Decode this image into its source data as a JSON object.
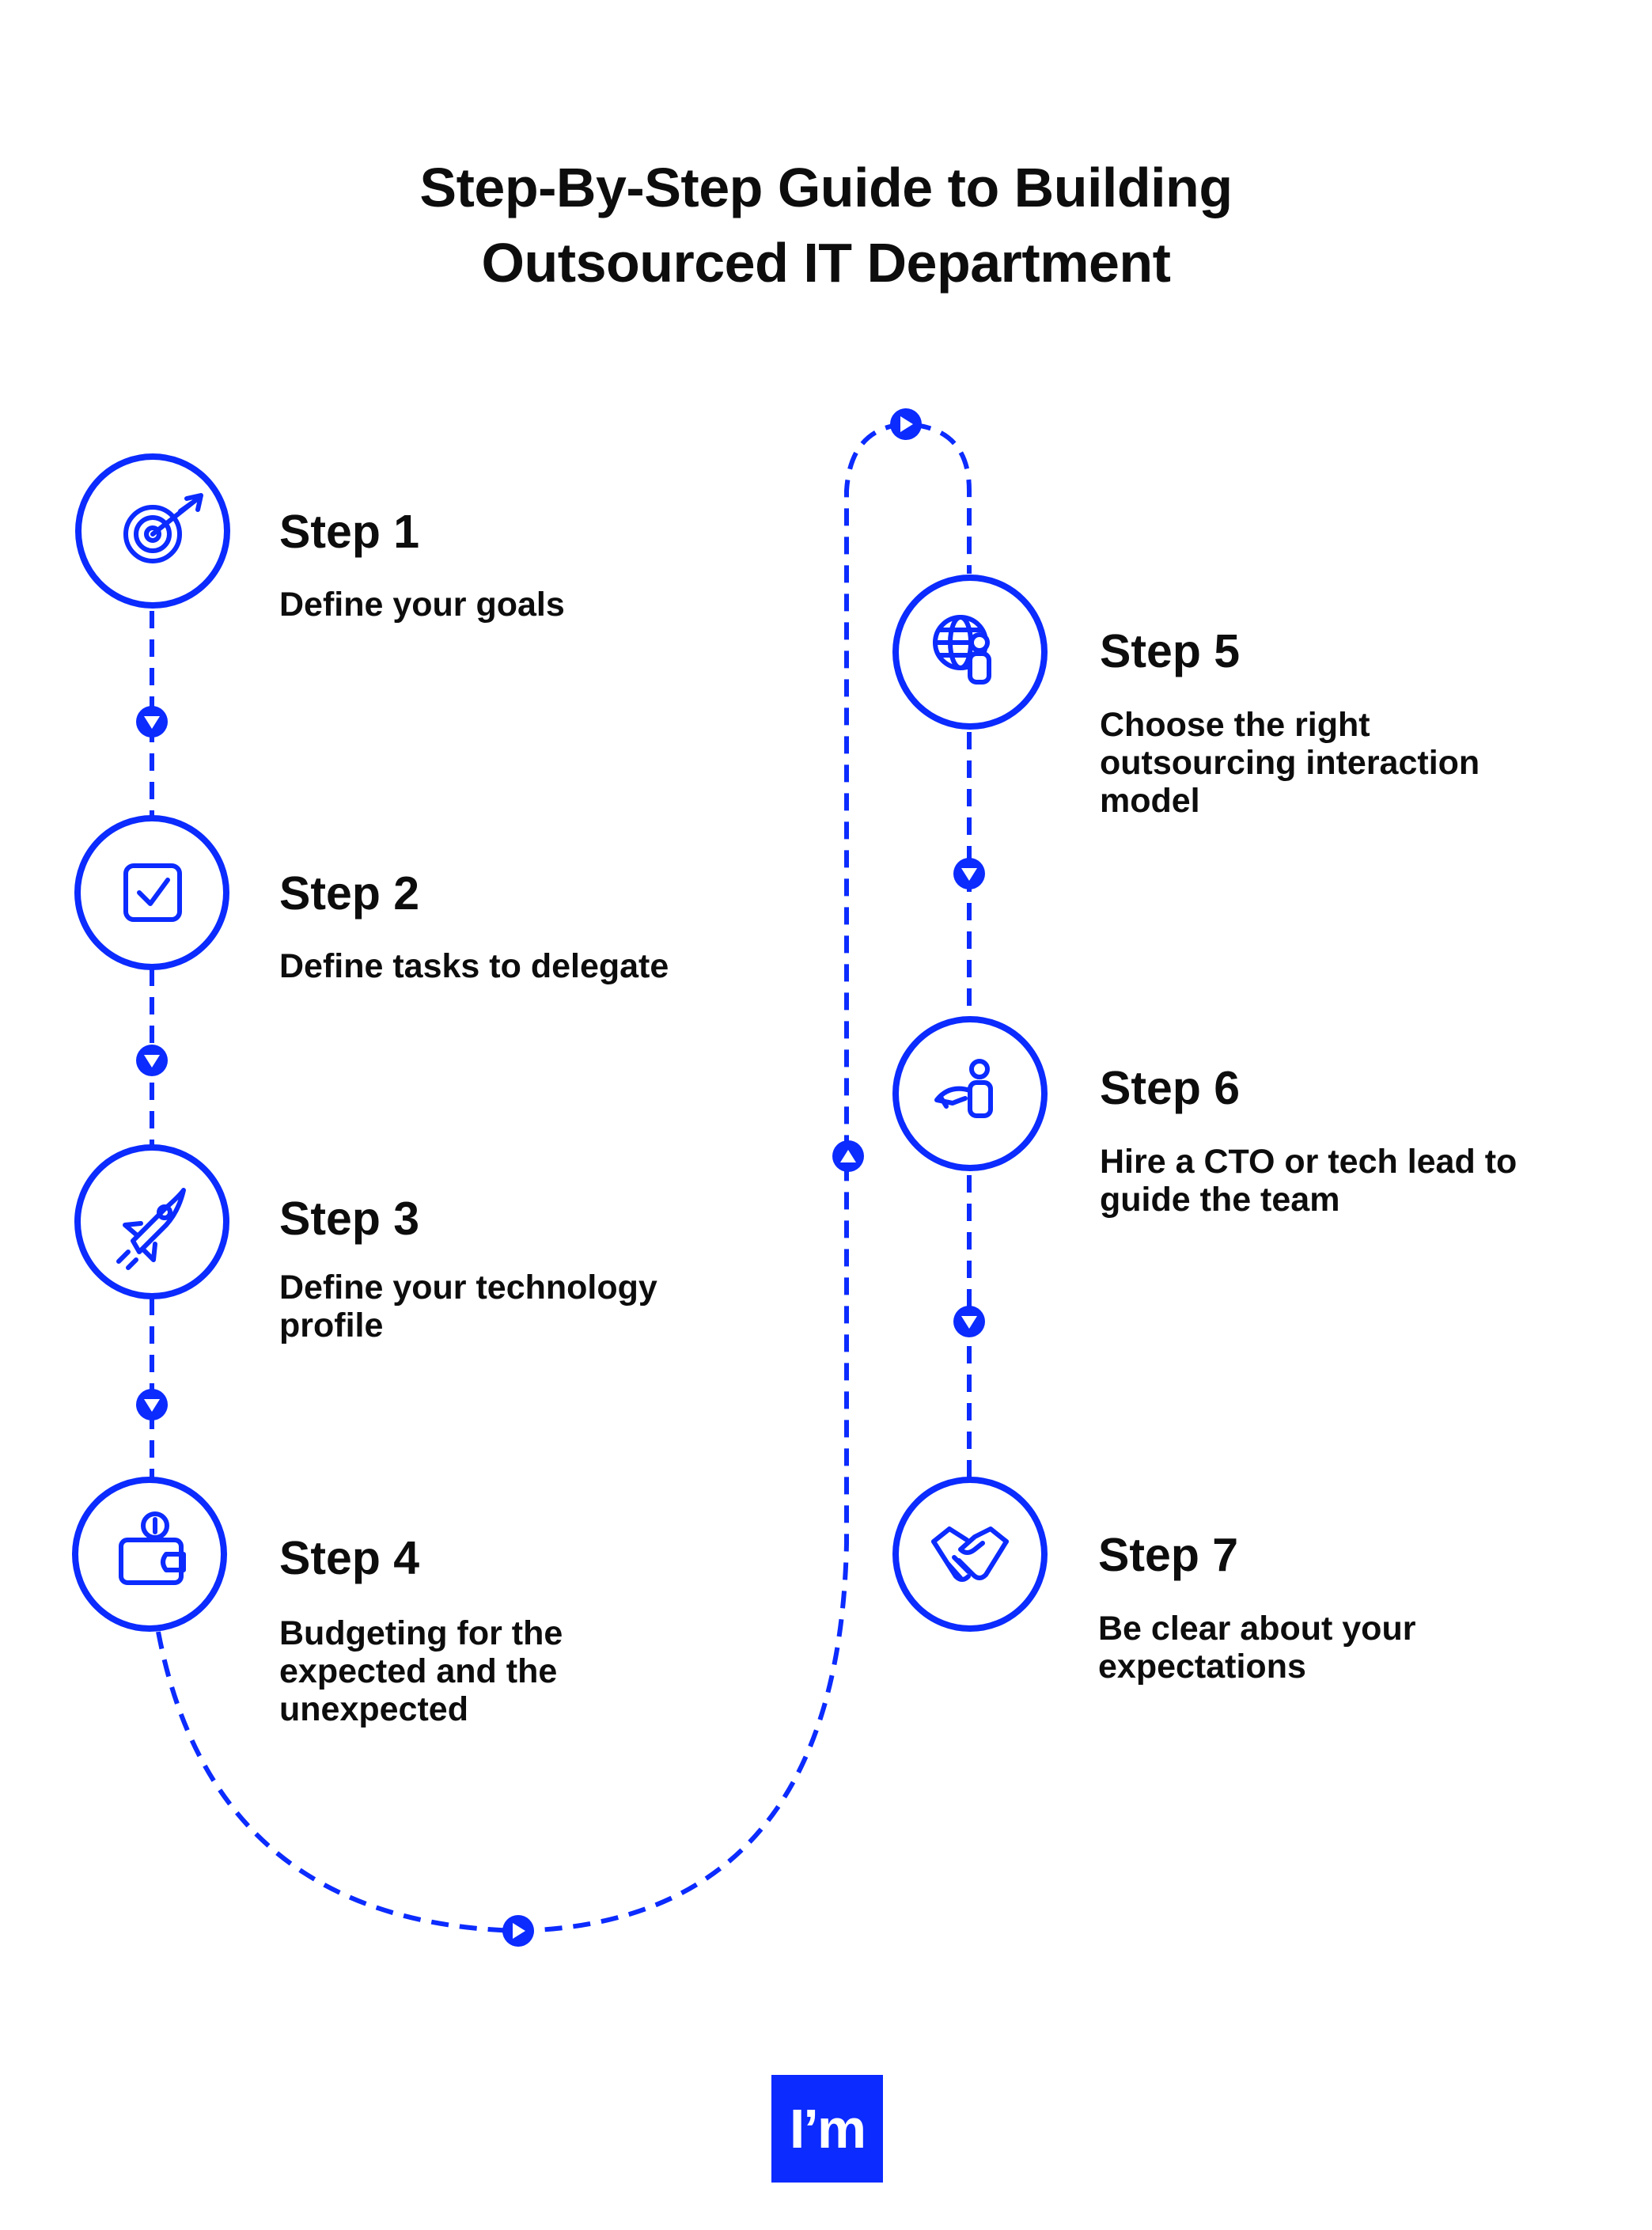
{
  "title": {
    "line1": "Step-By-Step Guide to Building",
    "line2": "Outsourced IT Department"
  },
  "colors": {
    "accent": "#0b2bff",
    "text": "#0d0d0d",
    "background": "#ffffff"
  },
  "steps": [
    {
      "heading": "Step 1",
      "text": "Define your goals",
      "icon": "target-arrow-icon"
    },
    {
      "heading": "Step 2",
      "text": "Define tasks to delegate",
      "icon": "checkbox-icon"
    },
    {
      "heading": "Step 3",
      "text": "Define your technology profile",
      "icon": "rocket-icon"
    },
    {
      "heading": "Step 4",
      "text": "Budgeting for the expected and the unexpected",
      "icon": "wallet-coin-icon"
    },
    {
      "heading": "Step 5",
      "text": "Choose the right outsourcing interaction model",
      "icon": "globe-person-icon"
    },
    {
      "heading": "Step 6",
      "text": "Hire a CTO or tech lead to guide the team",
      "icon": "person-hand-icon"
    },
    {
      "heading": "Step 7",
      "text": "Be clear about your expectations",
      "icon": "handshake-icon"
    }
  ],
  "logo": {
    "text": "I’m"
  }
}
